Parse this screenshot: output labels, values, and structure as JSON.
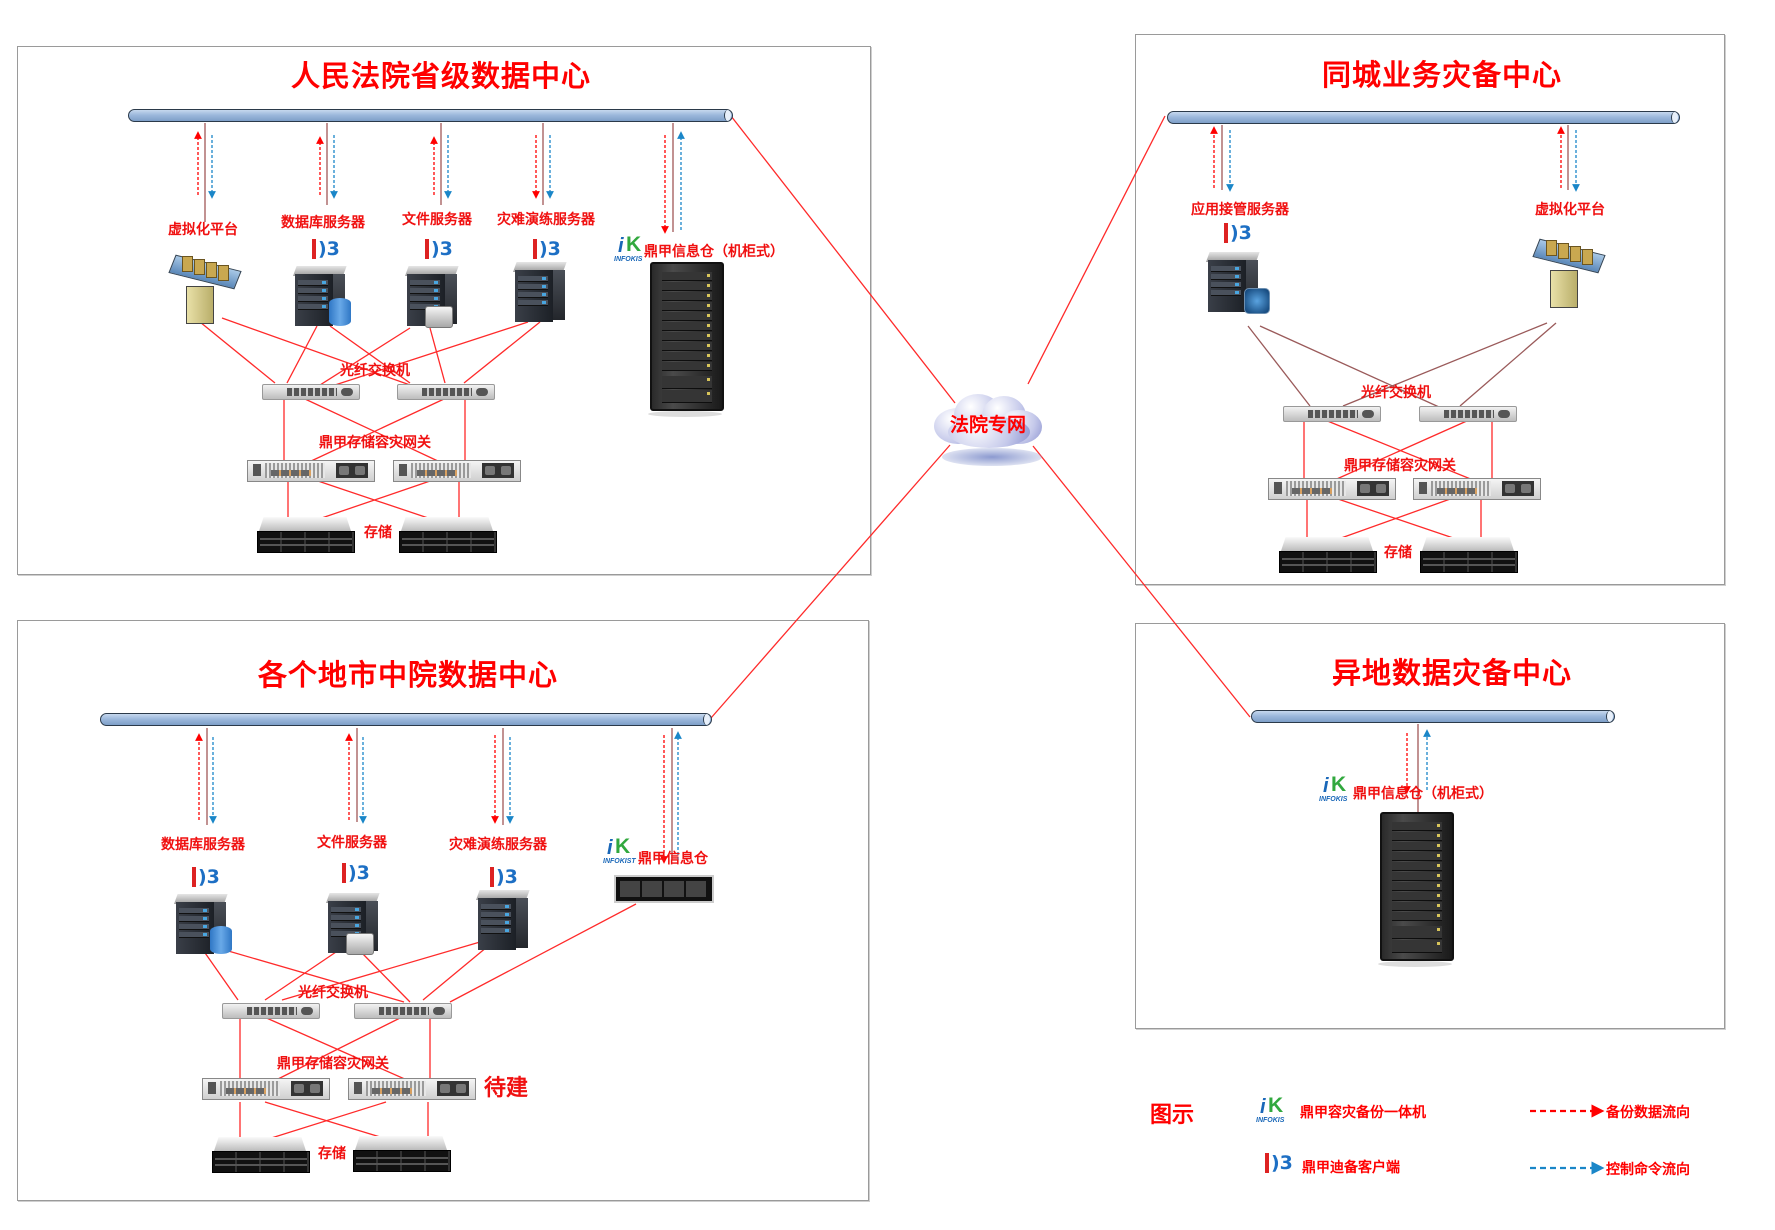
{
  "network_label": "法院专网",
  "centers": {
    "provincial": {
      "title": "人民法院省级数据中心",
      "nodes": [
        "虚拟化平台",
        "数据库服务器",
        "文件服务器",
        "灾难演练服务器",
        "鼎甲信息仓（机柜式）"
      ],
      "switch_label": "光纤交换机",
      "gateway_label": "鼎甲存储容灾网关",
      "storage_label": "存储"
    },
    "same_city": {
      "title": "同城业务灾备中心",
      "nodes": [
        "应用接管服务器",
        "虚拟化平台"
      ],
      "switch_label": "光纤交换机",
      "gateway_label": "鼎甲存储容灾网关",
      "storage_label": "存储"
    },
    "municipal": {
      "title": "各个地市中院数据中心",
      "nodes": [
        "数据库服务器",
        "文件服务器",
        "灾难演练服务器",
        "鼎甲信息仓"
      ],
      "switch_label": "光纤交换机",
      "gateway_label": "鼎甲存储容灾网关",
      "pending_label": "待建",
      "storage_label": "存储"
    },
    "remote": {
      "title": "异地数据灾备中心",
      "nodes": [
        "鼎甲信息仓（机柜式）"
      ]
    }
  },
  "logos": {
    "infokis_text": "INFOKIS",
    "infokist_text": "INFOKIST",
    "i_glyph": "i",
    "k_glyph": "K",
    "db_glyph": ")3"
  },
  "legend": {
    "title": "图示",
    "items": [
      {
        "icon": "infokis-logo-icon",
        "label": "鼎甲容灾备份一体机"
      },
      {
        "icon": "db-client-icon",
        "label": "鼎甲迪备客户端"
      },
      {
        "icon": "red-dashed-arrow",
        "label": "备份数据流向",
        "color": "#ff0000"
      },
      {
        "icon": "blue-dashed-arrow",
        "label": "控制命令流向",
        "color": "#1a86c8"
      }
    ]
  },
  "colors": {
    "accent_red": "#ff0000",
    "control_blue": "#1a86c8",
    "link_red": "#ff2a2a",
    "link_brown": "#9a4a4a",
    "border_gray": "#9a9a9a"
  }
}
